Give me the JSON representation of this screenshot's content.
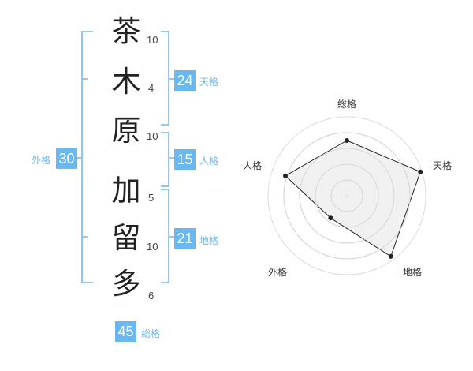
{
  "name_chars": [
    {
      "char": "茶",
      "strokes": "10"
    },
    {
      "char": "木",
      "strokes": "4"
    },
    {
      "char": "原",
      "strokes": "10"
    },
    {
      "char": "加",
      "strokes": "5"
    },
    {
      "char": "留",
      "strokes": "10"
    },
    {
      "char": "多",
      "strokes": "6"
    }
  ],
  "fortune": {
    "gaikaku": {
      "value": "30",
      "label": "外格"
    },
    "tenkaku": {
      "value": "24",
      "label": "天格"
    },
    "jinkaku": {
      "value": "15",
      "label": "人格"
    },
    "chikaku": {
      "value": "21",
      "label": "地格"
    },
    "soukaku": {
      "value": "45",
      "label": "総格"
    }
  },
  "colors": {
    "accent": "#69b8f2",
    "bracket": "#8ccaf5",
    "radar_fill": "#efefef"
  },
  "chart_data": {
    "type": "radar",
    "axes": [
      "総格",
      "天格",
      "地格",
      "外格",
      "人格"
    ],
    "values": [
      0.7,
      0.98,
      0.95,
      0.35,
      0.82
    ],
    "rmax": 1
  }
}
